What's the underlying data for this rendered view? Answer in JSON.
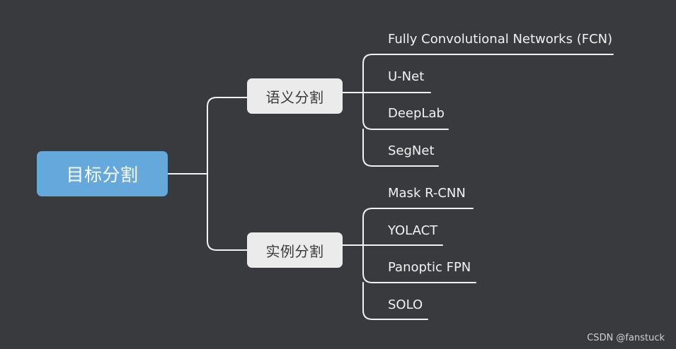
{
  "diagram": {
    "root": {
      "label": "目标分割"
    },
    "branches": [
      {
        "label": "语义分割",
        "leaves": [
          "Fully Convolutional Networks (FCN)",
          "U-Net",
          "DeepLab",
          "SegNet"
        ]
      },
      {
        "label": "实例分割",
        "leaves": [
          "Mask R-CNN",
          "YOLACT",
          "Panoptic FPN",
          "SOLO"
        ]
      }
    ]
  },
  "watermark": "CSDN @fanstuck",
  "colors": {
    "background": "#393a3e",
    "root_fill": "#64a8dc",
    "branch_fill": "#ebebeb",
    "connector": "#f2f2f2"
  }
}
